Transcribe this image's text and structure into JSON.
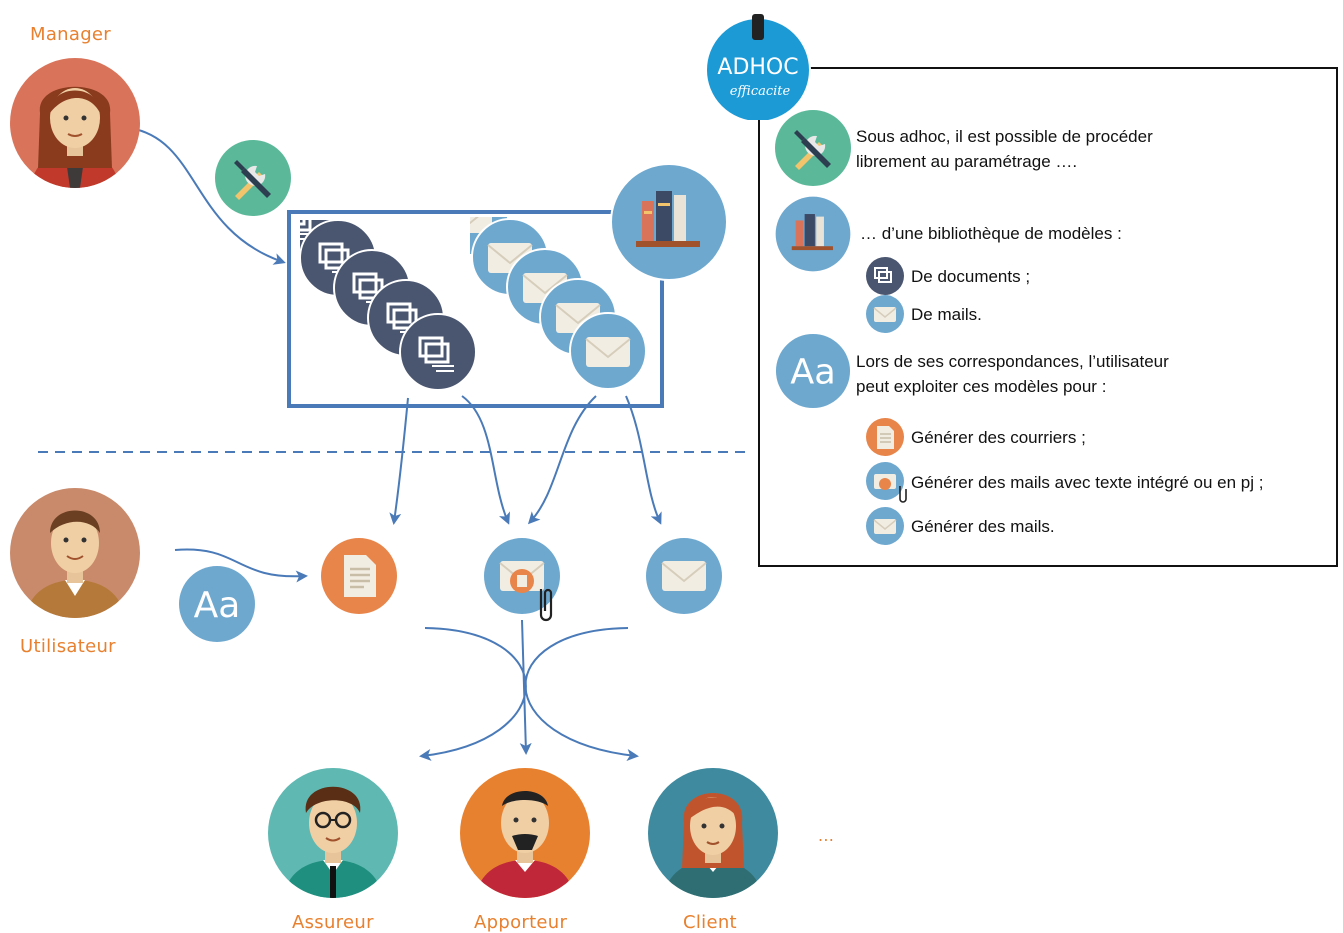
{
  "roles": {
    "manager": "Manager",
    "user": "Utilisateur",
    "insurer": "Assureur",
    "contributor": "Apporteur",
    "client": "Client",
    "more": "..."
  },
  "logo": {
    "line1": "ADHOC",
    "line2": "efficacite"
  },
  "legend": {
    "intro_line1": "Sous adhoc, il est possible de procéder",
    "intro_line2": "librement au paramétrage ….",
    "library": "… d’une bibliothèque de modèles :",
    "documents": "De documents ;",
    "mails": "De mails.",
    "usage_line1": "Lors de ses correspondances, l’utilisateur",
    "usage_line2": "peut exploiter ces modèles pour :",
    "gen_letters": "Générer des courriers ;",
    "gen_mails_attach": "Générer des mails avec texte intégré ou en pj ;",
    "gen_mails": "Générer des mails."
  },
  "icons": {
    "wrench": "wrench-screwdriver-icon",
    "books": "books-icon",
    "document": "document-stack-icon",
    "mail": "envelope-icon",
    "letter": "letter-icon",
    "mail_attach": "mail-attachment-icon",
    "font": "font-aa-icon",
    "aa_text": "Aa"
  },
  "colors": {
    "orange": "#e8812f",
    "blue_arrow": "#4a7ab8",
    "dark_navy": "#4a5670",
    "light_blue": "#6ea8cf",
    "teal": "#5bb99a",
    "logo_blue": "#1c9ad6"
  }
}
